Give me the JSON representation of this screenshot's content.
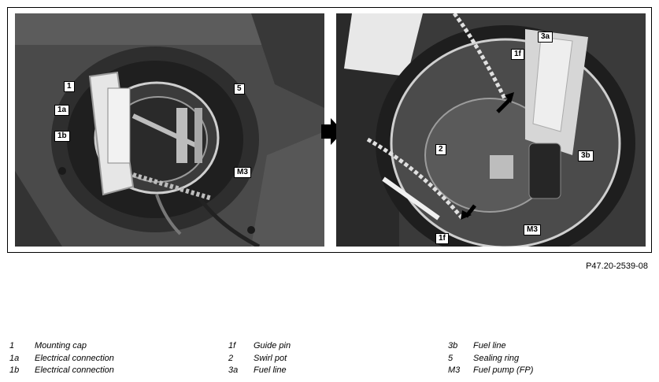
{
  "figure_id": "P47.20-2539-08",
  "photo_left": {
    "callouts": [
      "1",
      "1a",
      "1b",
      "5",
      "M3"
    ]
  },
  "photo_right": {
    "callouts": [
      "1f",
      "3a",
      "2",
      "3b",
      "1f",
      "M3"
    ]
  },
  "legend": {
    "col1": [
      {
        "code": "1",
        "text": "Mounting cap"
      },
      {
        "code": "1a",
        "text": "Electrical connection"
      },
      {
        "code": "1b",
        "text": "Electrical connection"
      }
    ],
    "col2": [
      {
        "code": "1f",
        "text": "Guide pin"
      },
      {
        "code": "2",
        "text": "Swirl pot"
      },
      {
        "code": "3a",
        "text": "Fuel line"
      }
    ],
    "col3": [
      {
        "code": "3b",
        "text": "Fuel line"
      },
      {
        "code": "5",
        "text": "Sealing ring"
      },
      {
        "code": "M3",
        "text": "Fuel pump (FP)"
      }
    ]
  },
  "colors": {
    "photo_dark": "#2a2a2a",
    "photo_mid": "#6e6e6e",
    "photo_light": "#d8d8d8"
  }
}
